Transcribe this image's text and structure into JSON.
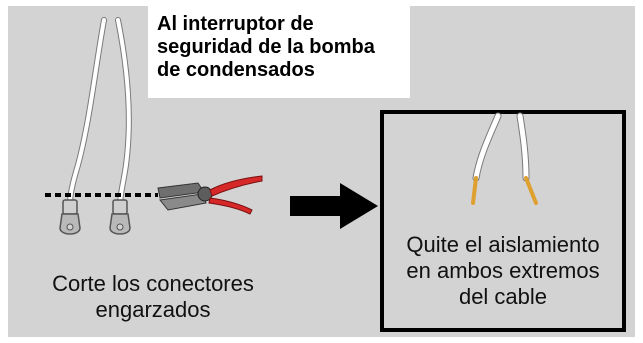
{
  "callout": {
    "lines": [
      "Al interruptor de",
      "seguridad de la bomba",
      "de condensados"
    ]
  },
  "left_caption": {
    "lines": [
      "Corte los conectores",
      "engarzados"
    ]
  },
  "right_caption": {
    "lines": [
      "Quite el aislamiento",
      "en ambos extremos",
      "del cable"
    ]
  },
  "colors": {
    "panel": "#d3d3d3",
    "wire": "#ffffff",
    "wire_tip": "#e0a030",
    "plier_handle": "#d62828",
    "border": "#000000"
  },
  "icons": [
    "wire-pair-icon",
    "crimp-connector-icon",
    "pliers-icon",
    "arrow-right-icon",
    "stripped-wire-icon"
  ]
}
